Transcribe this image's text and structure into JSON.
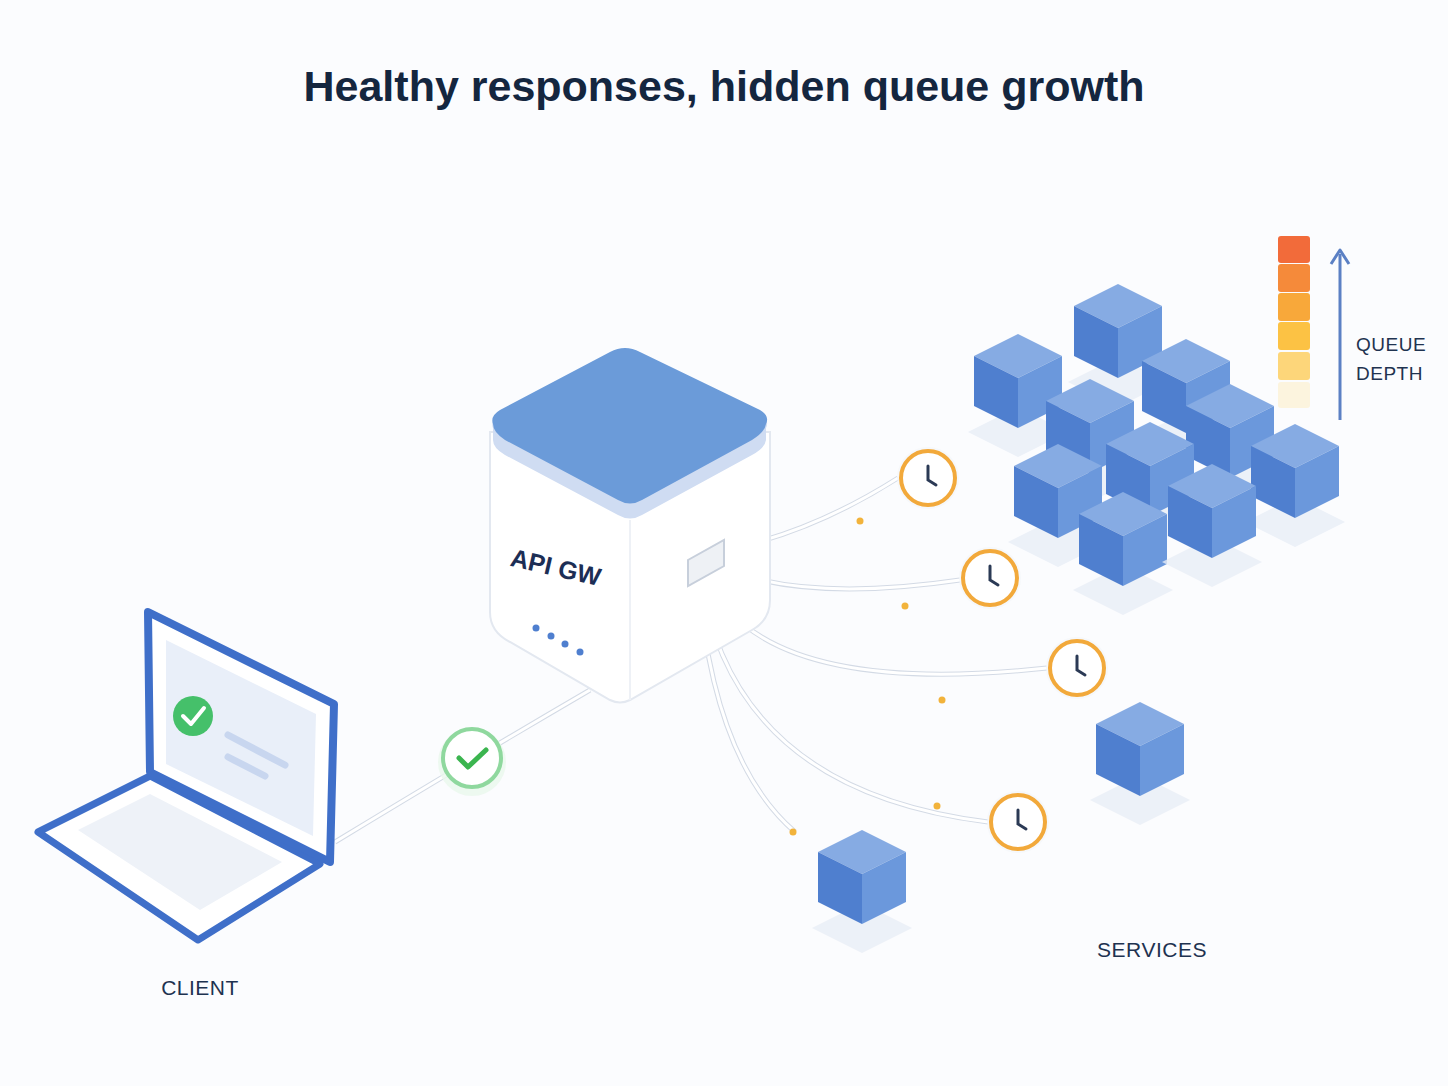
{
  "diagram": {
    "title": "Healthy responses, hidden queue growth",
    "nodes": [
      {
        "text": [
          "CLIENT"
        ]
      },
      {
        "text": [
          "API GW"
        ]
      },
      {
        "text": [
          "SERVICES"
        ]
      }
    ],
    "edges": [
      {
        "from": 0,
        "to": 1,
        "arrow": "none"
      },
      {
        "from": 1,
        "to": 2,
        "arrow": "none"
      },
      {
        "from": 1,
        "to": 2,
        "arrow": "none"
      },
      {
        "from": 1,
        "to": 2,
        "arrow": "none"
      },
      {
        "from": 1,
        "to": 2,
        "arrow": "none"
      },
      {
        "from": 1,
        "to": 2,
        "arrow": "none"
      }
    ],
    "labels": [
      "QUEUE DEPTH"
    ]
  }
}
